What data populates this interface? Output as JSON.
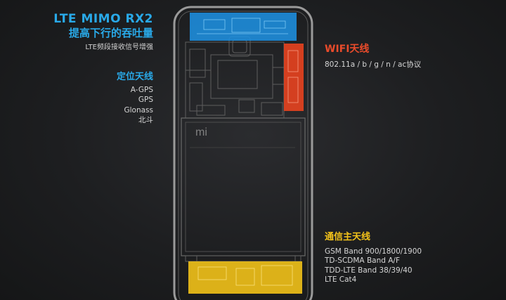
{
  "lte": {
    "title": "LTE MIMO RX2",
    "subtitle": "提高下行的吞吐量",
    "desc": "LTE频段接收信号增强",
    "color": "#29a9e8"
  },
  "positioning": {
    "title": "定位天线",
    "items": [
      "A-GPS",
      "GPS",
      "Glonass",
      "北斗"
    ],
    "color": "#29a9e8"
  },
  "wifi": {
    "title": "WIFI天线",
    "desc": "802.11a / b / g / n / ac协议",
    "color": "#e94b2b"
  },
  "main_antenna": {
    "title": "通信主天线",
    "items": [
      "GSM Band 900/1800/1900",
      "TD-SCDMA Band A/F",
      "TDD-LTE Band 38/39/40",
      "LTE Cat4"
    ],
    "color": "#f3c21a"
  },
  "phone": {
    "logo": "mi"
  }
}
